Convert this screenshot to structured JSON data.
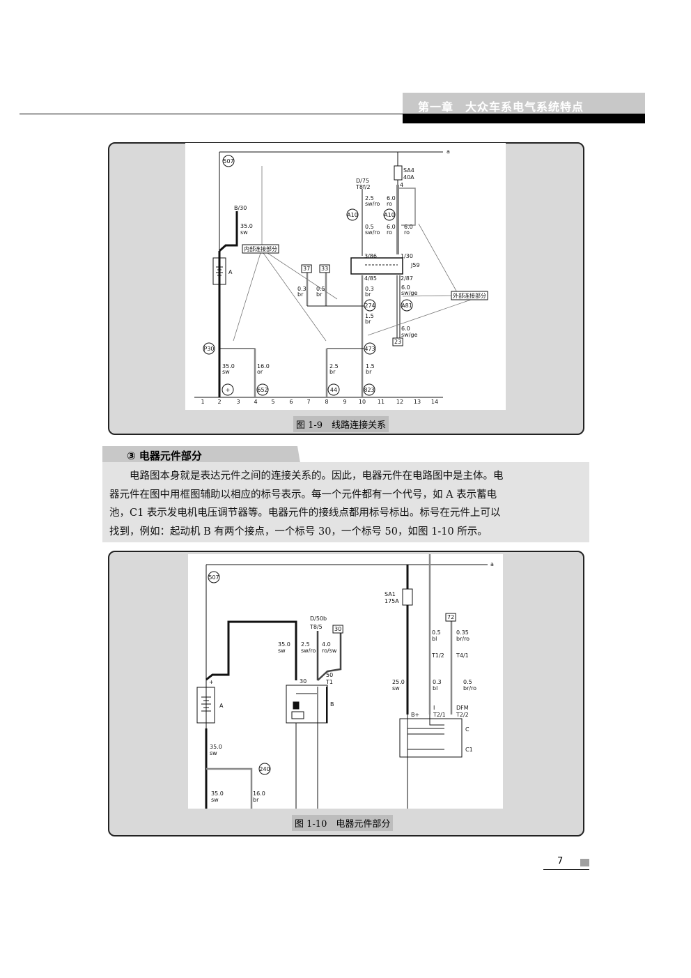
{
  "header": {
    "chapter_title": "第一章　大众车系电气系统特点"
  },
  "figure1": {
    "caption": "图 1-9　线路连接关系",
    "labels": [
      "a",
      "507",
      "B/30",
      "35.0",
      "sw",
      "A",
      "内部连接部分",
      "37",
      "33",
      "0.3",
      "br",
      "0.5",
      "br",
      "D/75",
      "T8f/2",
      "2.5",
      "sw/ro",
      "6.0",
      "ro",
      "A10",
      "A10",
      "0.5",
      "sw/ro",
      "6.0",
      "ro",
      "6.0",
      "ro",
      "SA4",
      "40A",
      "4",
      "3/86",
      "1/30",
      "J59",
      "4/85",
      "2/87",
      "0.3",
      "br",
      "274",
      "1.5",
      "br",
      "6.0",
      "sw/ge",
      "A81",
      "6.0",
      "sw/ge",
      "23",
      "外部连接部分",
      "P30",
      "473",
      "35.0",
      "sw",
      "16.0",
      "or",
      "2.5",
      "br",
      "1.5",
      "br",
      "+",
      "652",
      "44",
      "823"
    ],
    "axis": [
      "1",
      "2",
      "3",
      "4",
      "5",
      "6",
      "7",
      "8",
      "9",
      "10",
      "11",
      "12",
      "13",
      "14"
    ]
  },
  "section": {
    "title": "③ 电器元件部分",
    "lines": [
      "电路图本身就是表达元件之间的连接关系的。因此，电器元件在电路图中是主体。电",
      "器元件在图中用框图辅助以相应的标号表示。每一个元件都有一个代号，如 A 表示蓄电",
      "池，C1 表示发电机电压调节器等。电器元件的接线点都用标号标出。标号在元件上可以",
      "找到，例如：起动机 B 有两个接点，一个标号 30，一个标号 50，如图 1-10 所示。"
    ]
  },
  "figure2": {
    "caption": "图 1-10　电器元件部分",
    "labels": [
      "a",
      "507",
      "+",
      "A",
      "35.0",
      "sw",
      "2.5",
      "sw/ro",
      "4.0",
      "ro/sw",
      "D/50b",
      "T8/5",
      "30",
      "30",
      "50",
      "T1",
      "B",
      "35.0",
      "sw",
      "240",
      "35.0",
      "sw",
      "16.0",
      "br",
      "SA1",
      "175A",
      "25.0",
      "sw",
      "B+",
      "I",
      "T2/1",
      "DFM",
      "T2/2",
      "C",
      "C1",
      "0.5",
      "bl",
      "0.35",
      "br/ro",
      "72",
      "T1/2",
      "T4/1",
      "0.3",
      "bl",
      "0.5",
      "br/ro"
    ]
  },
  "page_number": "7"
}
